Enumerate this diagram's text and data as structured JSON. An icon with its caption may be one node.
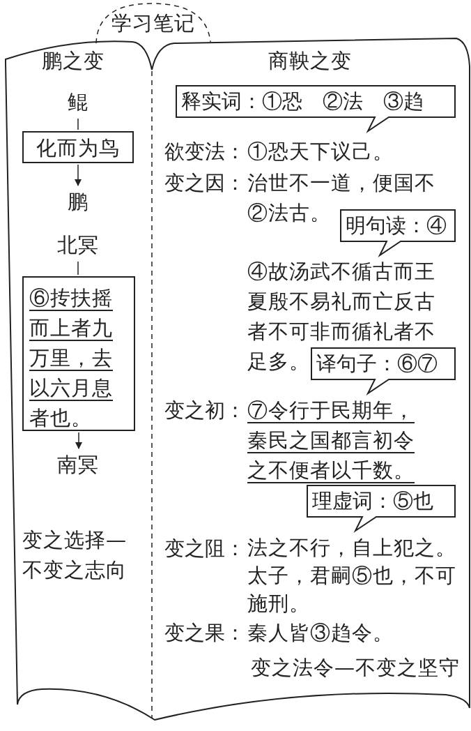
{
  "diagram": {
    "title": "学习笔记",
    "nodes": [
      {
        "text": [
          "鲲"
        ]
      },
      {
        "text": [
          "化而为鸟"
        ]
      },
      {
        "text": [
          "鹏"
        ]
      },
      {
        "text": [
          "北冥"
        ]
      },
      {
        "text": [
          "⑥抟扶摇而上者九万里，去以六月息者也。"
        ]
      },
      {
        "text": [
          "南冥"
        ]
      },
      {
        "text": [
          "释实词：①恐　②法　③趋"
        ]
      },
      {
        "text": [
          "明句读：④"
        ]
      },
      {
        "text": [
          "译句子：⑥⑦"
        ]
      },
      {
        "text": [
          "理虚词：⑤也"
        ]
      }
    ],
    "edges": [
      {
        "from": 0,
        "to": 1,
        "arrow": "none"
      },
      {
        "from": 1,
        "to": 2,
        "arrow": "to"
      },
      {
        "from": 3,
        "to": 4,
        "arrow": "none"
      },
      {
        "from": 4,
        "to": 5,
        "arrow": "to"
      }
    ],
    "labels": [
      "鹏之变",
      "商鞅之变",
      "欲变法：",
      "①恐天下议己。",
      "变之因：",
      "治世不一道，便国不②法古。",
      "④故汤武不循古而王夏殷不易礼而亡反古者不可非而循礼者不足多。",
      "变之初：",
      "⑦令行于民期年，秦民之国都言初令之不便者以千数。",
      "变之阻：",
      "法之不行，自上犯之。太子，君嗣⑤也，不可施刑。",
      "变之果：",
      "秦人皆③趋令。",
      "变之选择—不变之志向",
      "变之法令—不变之坚守"
    ]
  }
}
